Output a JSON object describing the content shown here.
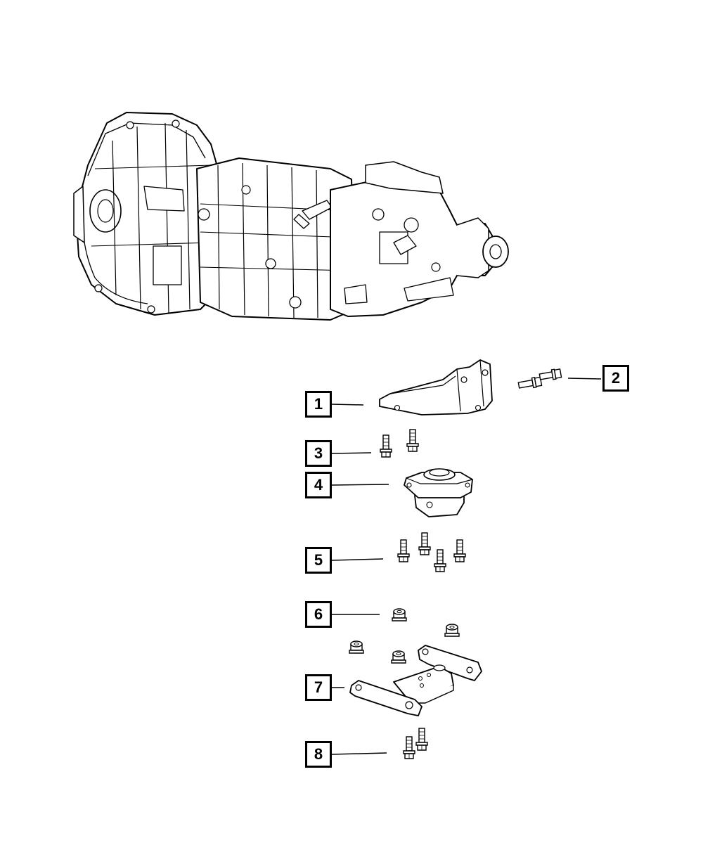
{
  "diagram": {
    "callouts": [
      {
        "id": "1",
        "label": "1"
      },
      {
        "id": "2",
        "label": "2"
      },
      {
        "id": "3",
        "label": "3"
      },
      {
        "id": "4",
        "label": "4"
      },
      {
        "id": "5",
        "label": "5"
      },
      {
        "id": "6",
        "label": "6"
      },
      {
        "id": "7",
        "label": "7"
      },
      {
        "id": "8",
        "label": "8"
      }
    ],
    "components": [
      {
        "name": "transmission-assembly-icon"
      },
      {
        "name": "transmission-bracket-icon"
      },
      {
        "name": "bolt-icon"
      },
      {
        "name": "mount-insulator-icon"
      },
      {
        "name": "nut-icon"
      },
      {
        "name": "crossmember-icon"
      }
    ],
    "colors": {
      "line": "#000000",
      "background": "#ffffff"
    }
  }
}
